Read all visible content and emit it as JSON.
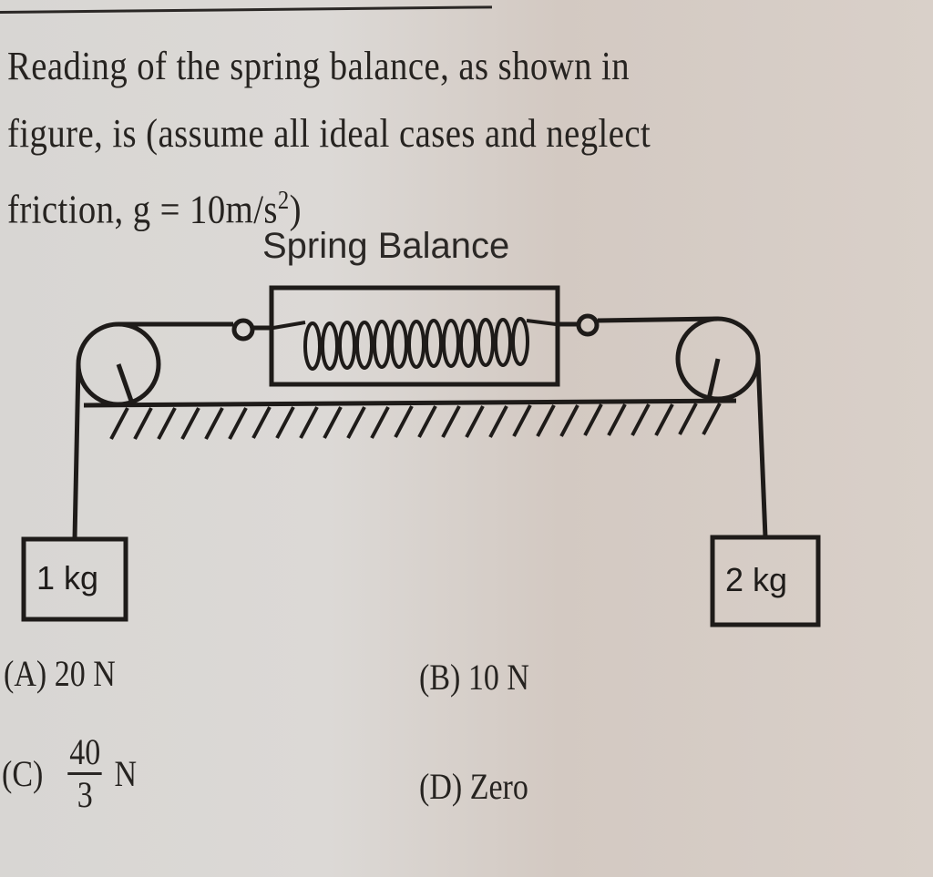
{
  "question": {
    "lines": [
      "Reading of the spring balance, as shown in",
      "figure, is (assume all ideal cases and neglect",
      "friction, g = 10m/s",
      "2",
      ")"
    ]
  },
  "diagram": {
    "spring_balance_label": "Spring Balance",
    "left_mass": "1 kg",
    "right_mass": "2 kg"
  },
  "options": {
    "a": {
      "letter": "(A)",
      "text": "20 N"
    },
    "b": {
      "letter": "(B)",
      "text": "10 N"
    },
    "c": {
      "letter": "(C)",
      "numerator": "40",
      "denominator": "3",
      "unit": "N"
    },
    "d": {
      "letter": "(D)",
      "text": "Zero"
    }
  },
  "colors": {
    "ink": "#262320",
    "paper": "#d8d4d0"
  }
}
